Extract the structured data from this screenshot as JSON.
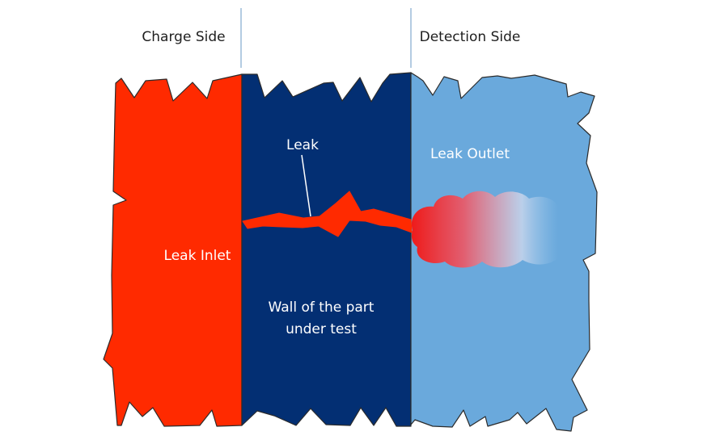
{
  "labels": {
    "charge_side": "Charge Side",
    "detection_side": "Detection Side",
    "leak": "Leak",
    "leak_outlet": "Leak Outlet",
    "leak_inlet": "Leak Inlet",
    "wall_line1": "Wall of the part",
    "wall_line2": "under test"
  },
  "colors": {
    "charge_side": "#ff2a00",
    "wall": "#032f73",
    "detection_side": "#6aa9dc",
    "divider": "#9bbbd9",
    "outline": "#2b2b2b",
    "leak_path": "#ff2a00",
    "gas_cloud_start": "#ee1c1c",
    "gas_cloud_end": "#9cc8ec"
  }
}
